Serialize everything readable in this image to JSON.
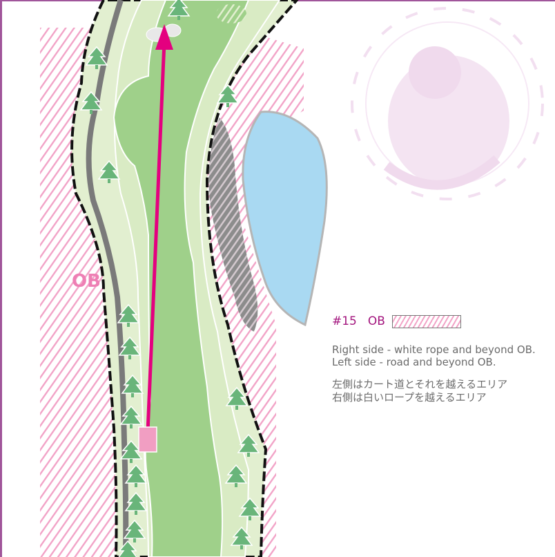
{
  "map": {
    "ob_label": "OB",
    "colors": {
      "ob_hatch": "#f2a3c7",
      "rough": "#e2efd0",
      "fairway": "#9fd08a",
      "tree": "#69b57a",
      "water": "#a9d9f2",
      "cart_path": "#7a7a7a",
      "aim_line": "#e4007f",
      "tee_box": "#f19ec2",
      "crest": "#f3e2f1"
    },
    "icons": [
      "tree-icon",
      "tee-box-icon",
      "aim-arrow-icon",
      "crest-icon"
    ]
  },
  "legend": {
    "hole": "#15",
    "ob": "OB",
    "description_en": "Right side - white rope and beyond OB. Left side - road and beyond OB.",
    "description_ja_line1": "左側はカート道とそれを越えるエリア",
    "description_ja_line2": "右側は白いロープを越えるエリア"
  }
}
